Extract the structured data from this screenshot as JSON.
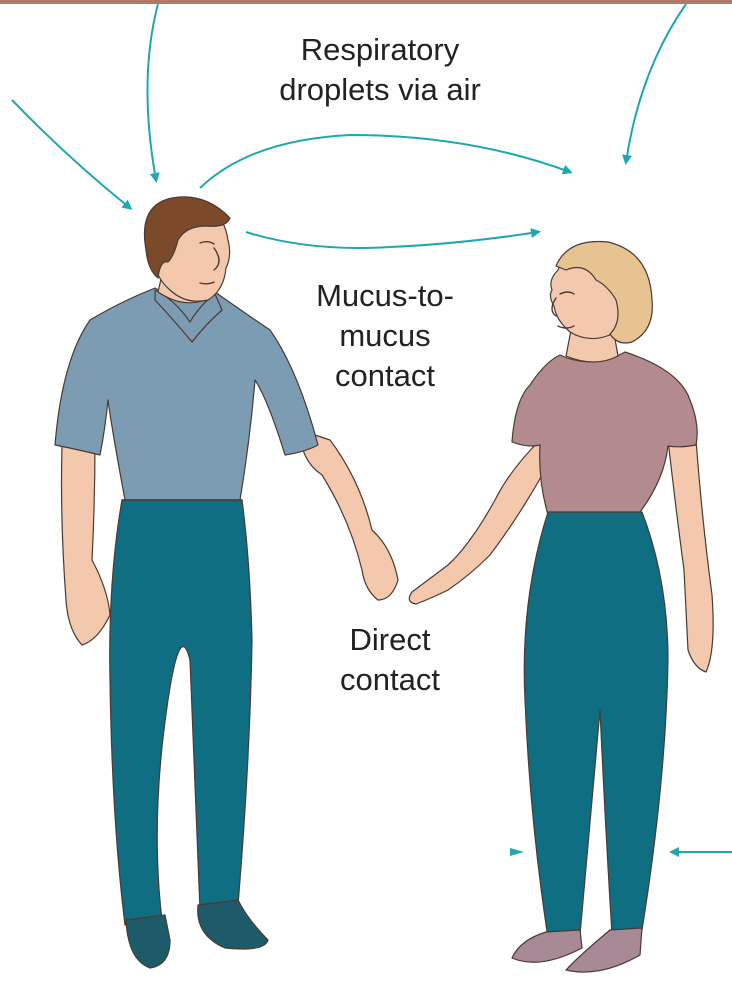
{
  "labels": {
    "respiratory": [
      "Respiratory",
      "droplets via air"
    ],
    "mucus": [
      "Mucus-to-",
      "mucus",
      "contact"
    ],
    "direct": [
      "Direct",
      "contact"
    ]
  },
  "colors": {
    "arrow": "#1fa8b0",
    "top_bar": "#b07a6a",
    "man_shirt": "#7b9cb3",
    "man_pants": "#0f6e82",
    "man_hair": "#7a4a2a",
    "man_shoes": "#1d5a6a",
    "woman_shirt": "#b38a8e",
    "woman_pants": "#0f6e82",
    "woman_hair": "#e7c391",
    "woman_shoes": "#a88a96",
    "skin": "#f3c8ad",
    "outline": "#4a3a33"
  },
  "icons": {
    "man": "standing-man-figure",
    "woman": "standing-woman-figure",
    "arrows": "transmission-arrow"
  }
}
